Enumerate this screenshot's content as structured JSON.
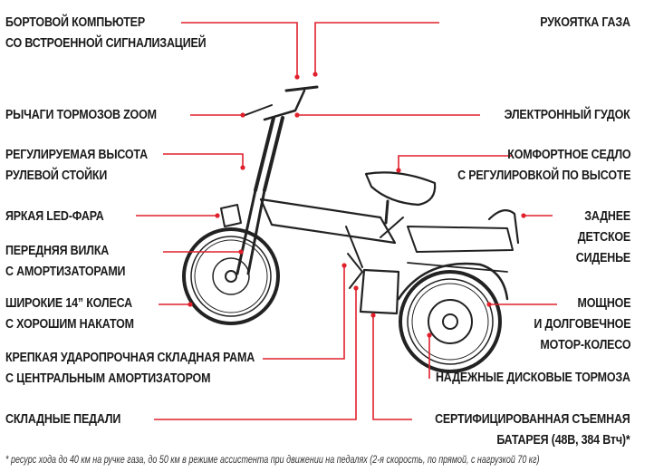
{
  "labels": {
    "computer": [
      "БОРТОВОЙ КОМПЬЮТЕР",
      "СО ВСТРОЕННОЙ СИГНАЛИЗАЦИЕЙ"
    ],
    "throttle": [
      "РУКОЯТКА ГАЗА"
    ],
    "brake_levers": [
      "РЫЧАГИ ТОРМОЗОВ ZOOM"
    ],
    "horn": [
      "ЭЛЕКТРОННЫЙ ГУДОК"
    ],
    "stem": [
      "РЕГУЛИРУЕМАЯ ВЫСОТА",
      "РУЛЕВОЙ СТОЙКИ"
    ],
    "saddle": [
      "КОМФОРТНОЕ СЕДЛО",
      "С РЕГУЛИРОВКОЙ ПО ВЫСОТЕ"
    ],
    "headlight": [
      "ЯРКАЯ LED-ФАРА"
    ],
    "child_seat": [
      "ЗАДНЕЕ",
      "ДЕТСКОЕ",
      "СИДЕНЬЕ"
    ],
    "fork": [
      "ПЕРЕДНЯЯ ВИЛКА",
      "С АМОРТИЗАТОРАМИ"
    ],
    "wheels": [
      "ШИРОКИЕ 14” КОЛЕСА",
      "С ХОРОШИМ НАКАТОМ"
    ],
    "motor": [
      "МОЩНОЕ",
      "И ДОЛГОВЕЧНОЕ",
      "МОТОР-КОЛЕСО"
    ],
    "frame": [
      "КРЕПКАЯ УДАРОПРОЧНАЯ СКЛАДНАЯ РАМА",
      "С ЦЕНТРАЛЬНЫМ АМОРТИЗАТОРОМ"
    ],
    "disc_brakes": [
      "НАДЕЖНЫЕ ДИСКОВЫЕ ТОРМОЗА"
    ],
    "pedals": [
      "СКЛАДНЫЕ ПЕДАЛИ"
    ],
    "battery": [
      "СЕРТИФИЦИРОВАННАЯ СЪЕМНАЯ",
      "БАТАРЕЯ (48В, 384 Втч)*"
    ]
  },
  "footnote": "* ресурс хода до 40 км на ручке газа, до 50 км в режиме ассистента при движении на педалях (2-я скорость, по прямой, с нагрузкой 70 кг)",
  "colors": {
    "leader": "#e0202c",
    "text": "#1a1a1a",
    "line_art": "#222222"
  }
}
